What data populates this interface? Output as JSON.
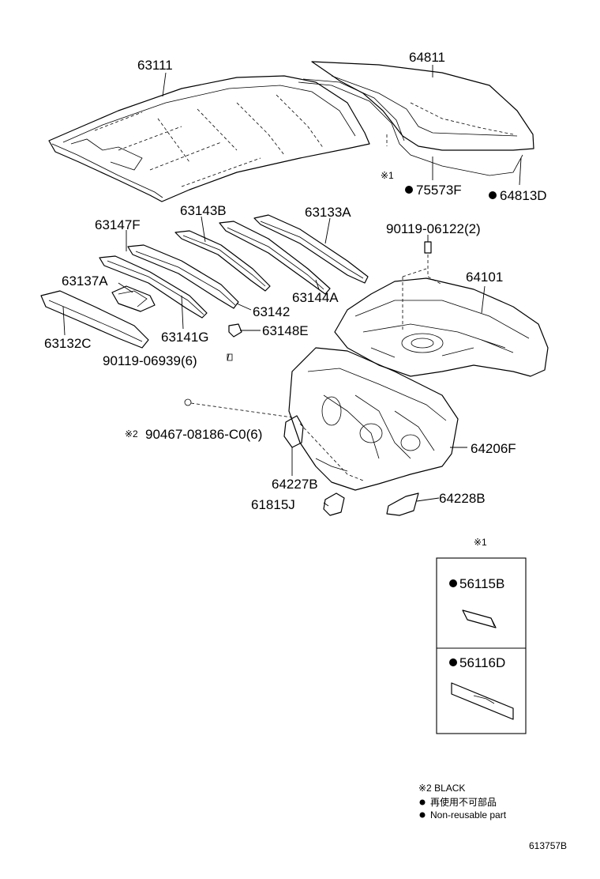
{
  "labels": {
    "roof_panel": "63111",
    "back_window_glass": "64811",
    "clip_75573": "75573F",
    "dam_64813": "64813D",
    "ref1": "※1",
    "reinf_63143": "63143B",
    "reinf_63133": "63133A",
    "reinf_63147": "63147F",
    "bolt_90119_a": "90119-06122(2)",
    "reinf_63137": "63137A",
    "package_tray": "64101",
    "reinf_63144": "63144A",
    "reinf_63142": "63142",
    "header_63132": "63132C",
    "reinf_63141": "63141G",
    "bracket_63148": "63148E",
    "bolt_90119_b": "90119-06939(6)",
    "clip_90467": "90467-08186-C0(6)",
    "clip_ref": "※2",
    "panel_64206": "64206F",
    "brace_64227": "64227B",
    "plate_61815": "61815J",
    "brace_64228": "64228B"
  },
  "inset": {
    "ref": "※1",
    "items": [
      "56115B",
      "56116D"
    ]
  },
  "legend": {
    "line1": "※2 BLACK",
    "line2": "再使用不可部品",
    "line3": "Non-reusable part"
  },
  "diagram_id": "613757B",
  "colors": {
    "ink": "#000000",
    "paper": "#ffffff"
  }
}
